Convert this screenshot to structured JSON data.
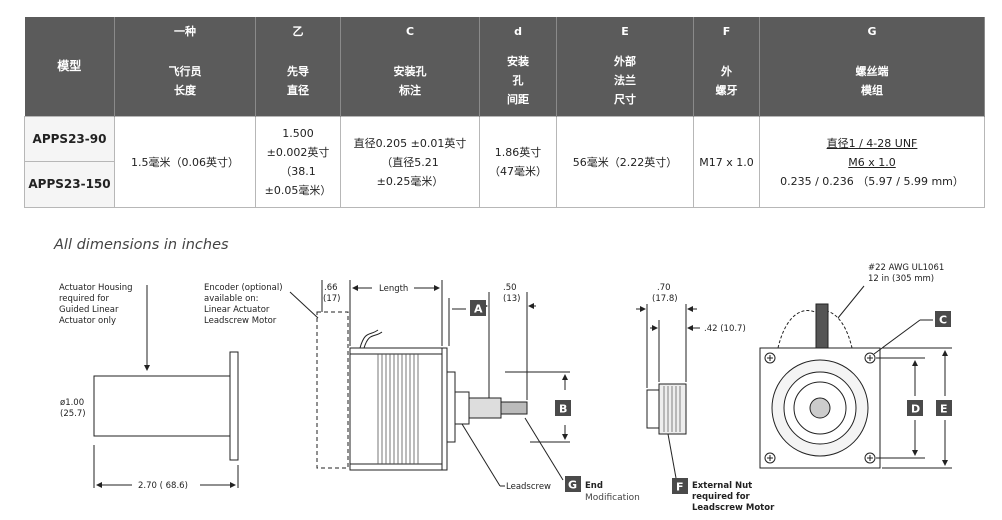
{
  "table": {
    "header_model": "模型",
    "columns": [
      {
        "letter": "一种",
        "lines": [
          "飞行员",
          "长度"
        ]
      },
      {
        "letter": "乙",
        "lines": [
          "先导",
          "直径"
        ]
      },
      {
        "letter": "C",
        "lines": [
          "安装孔",
          "标注"
        ]
      },
      {
        "letter": "d",
        "lines": [
          "安装",
          "孔",
          "间距"
        ]
      },
      {
        "letter": "E",
        "lines": [
          "外部",
          "法兰",
          "尺寸"
        ]
      },
      {
        "letter": "F",
        "lines": [
          "外",
          "螺牙"
        ]
      },
      {
        "letter": "G",
        "lines": [
          "螺丝端",
          "模组"
        ]
      }
    ],
    "models": [
      "APPS23-90",
      "APPS23-150"
    ],
    "values": {
      "a": "1.5毫米（0.06英寸）",
      "b": [
        "1.500",
        "±0.002英寸",
        "（38.1",
        "±0.05毫米）"
      ],
      "c": [
        "直径0.205 ±0.01英寸",
        "（直径5.21",
        "±0.25毫米）"
      ],
      "d": [
        "1.86英寸",
        "（47毫米）"
      ],
      "e": "56毫米（2.22英寸）",
      "f": "M17 x 1.0",
      "g_link1": "直径1 / 4-28 UNF",
      "g_link2": "M6 x 1.0",
      "g_text": "0.235 / 0.236 （5.97 / 5.99 mm）"
    }
  },
  "drawing": {
    "caption": "All dimensions in inches",
    "housing_note": [
      "Actuator Housing",
      "required for",
      "Guided Linear",
      "Actuator only"
    ],
    "encoder_note": [
      "Encoder (optional)",
      "available on:",
      "Linear Actuator",
      "Leadscrew Motor"
    ],
    "dim_066": ".66",
    "dim_066_mm": "(17)",
    "dim_length": "Length",
    "dim_050": ".50",
    "dim_050_mm": "(13)",
    "dim_070": ".70",
    "dim_070_mm": "(17.8)",
    "dim_042": ".42 (10.7)",
    "dim_diameter": "ø1.00",
    "dim_diameter_mm": "(25.7)",
    "dim_270": "2.70 ( 68.6)",
    "wire_note": [
      "#22 AWG UL1061",
      "12 in (305 mm)"
    ],
    "leadscrew": "Leadscrew",
    "end_mod": [
      "End",
      "Modification"
    ],
    "external_nut": [
      "External Nut",
      "required for",
      "Leadscrew Motor"
    ],
    "labels": {
      "A": "A",
      "B": "B",
      "C": "C",
      "D": "D",
      "E": "E",
      "F": "F",
      "G": "G"
    }
  }
}
